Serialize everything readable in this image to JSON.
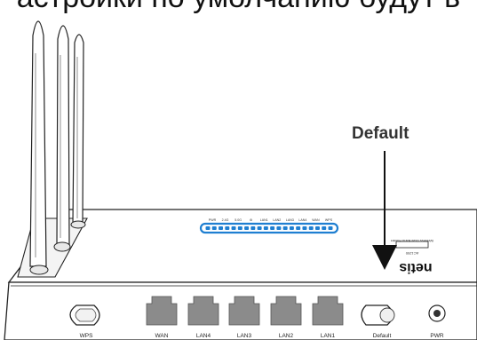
{
  "caption": "астройки по умолчанию будут в",
  "callout": {
    "label": "Default"
  },
  "device": {
    "brand": "netis",
    "model_line1": "Wireless Dual Band Router",
    "model_line2": "AC1200",
    "led_labels": [
      "PWR",
      "2.4G",
      "5.0G",
      "⚙",
      "LAN1",
      "LAN2",
      "LAN3",
      "LAN4",
      "WAN",
      "WPS"
    ],
    "back_labels": [
      "WPS",
      "WAN",
      "LAN4",
      "LAN3",
      "LAN2",
      "LAN1",
      "Default",
      "PWR"
    ]
  },
  "colors": {
    "led_strip": "#1f7fd1",
    "line": "#111111",
    "arrow": "#111111"
  }
}
